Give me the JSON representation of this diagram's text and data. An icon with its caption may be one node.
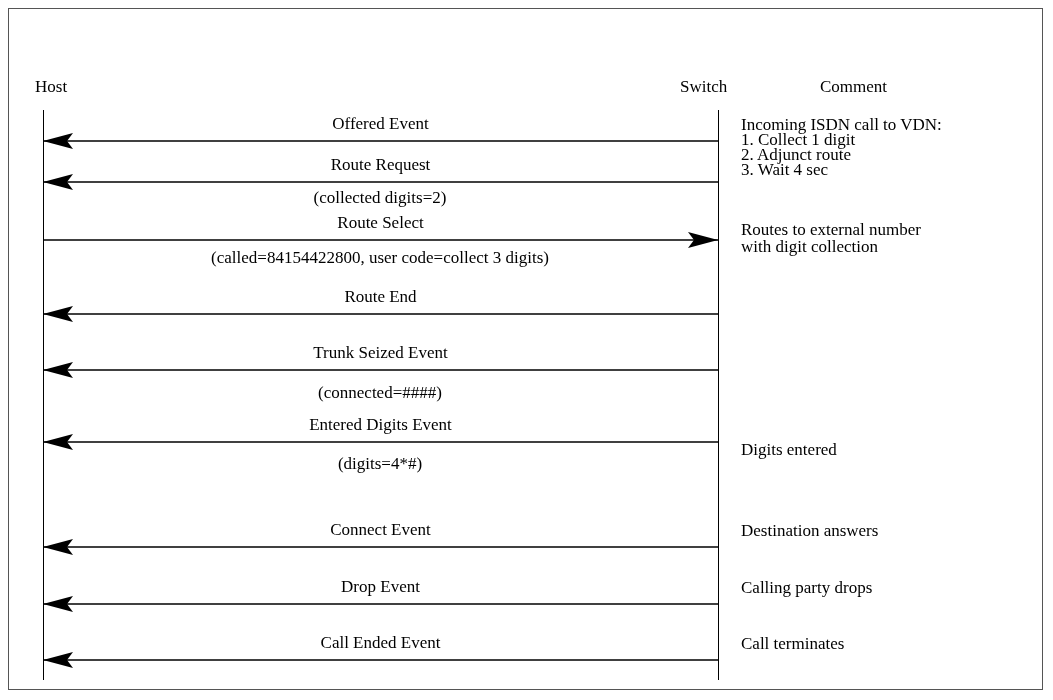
{
  "diagram": {
    "nodes": [
      {
        "text": [
          "Host"
        ]
      },
      {
        "text": [
          "Switch"
        ]
      }
    ],
    "edges": [
      {
        "from": 1,
        "to": 0,
        "arrow": "to",
        "label": "Offered Event"
      },
      {
        "from": 1,
        "to": 0,
        "arrow": "to",
        "label": "Route Request"
      },
      {
        "from": 0,
        "to": 1,
        "arrow": "to",
        "label": "Route Select"
      },
      {
        "from": 1,
        "to": 0,
        "arrow": "to",
        "label": "Route End"
      },
      {
        "from": 1,
        "to": 0,
        "arrow": "to",
        "label": "Trunk Seized Event"
      },
      {
        "from": 1,
        "to": 0,
        "arrow": "to",
        "label": "Entered Digits Event"
      },
      {
        "from": 1,
        "to": 0,
        "arrow": "to",
        "label": "Connect Event"
      },
      {
        "from": 1,
        "to": 0,
        "arrow": "to",
        "label": "Drop Event"
      },
      {
        "from": 1,
        "to": 0,
        "arrow": "to",
        "label": "Call Ended Event"
      }
    ],
    "labels": [
      "Comment",
      "Incoming ISDN call to VDN:",
      "1. Collect 1 digit",
      "2. Adjunct route",
      "3. Wait 4 sec",
      "(collected digits=2)",
      "Routes to external number with digit collection",
      "(called=84154422800, user code=collect 3 digits)",
      "(connected=####)",
      "Digits entered",
      "(digits=4*#)",
      "Destination answers",
      "Calling party drops",
      "Call terminates"
    ]
  }
}
